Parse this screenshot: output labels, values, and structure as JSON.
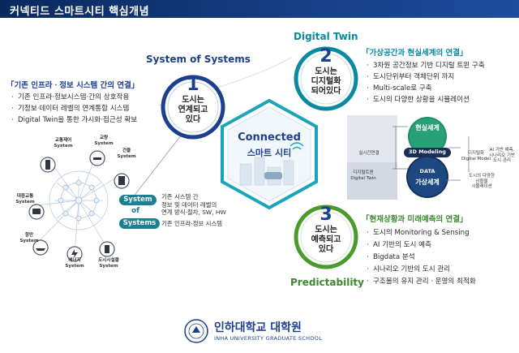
{
  "header": {
    "title": "커넥티드 스마트시티 핵심개념"
  },
  "section1": {
    "title": "System of Systems",
    "number": "1",
    "circle_lines": [
      "도시는",
      "연계되고",
      "있다"
    ],
    "subtitle": "「기존 인프라ㆍ정보 시스템 간의 연결」",
    "bullets": [
      "기존 인프라·정보시스템·간의 상호작용",
      "기정보·데이터 레벨의 연계통합 시스템",
      "Digital Twin을 통한 가시화·접근성 확보"
    ],
    "nodes": [
      {
        "label": "교통제어\nSystem",
        "icon": "traffic-light-icon"
      },
      {
        "label": "교량\nSystem",
        "icon": "bridge-icon"
      },
      {
        "label": "건물\nSystem",
        "icon": "building-icon"
      },
      {
        "label": "대중교통\nSystem",
        "icon": "bus-icon"
      },
      {
        "label": "항만\nSystem",
        "icon": "ship-icon"
      },
      {
        "label": "에너지\nSystem",
        "icon": "energy-icon"
      },
      {
        "label": "도시시설물\nSystem",
        "icon": "facility-icon"
      }
    ],
    "legend": {
      "system": "System",
      "of": "of",
      "systems": "Systems",
      "system_desc": [
        "기존 시스템 간",
        "정보 및 데이터 레벨의",
        "연계 방식·절차, SW, HW"
      ],
      "systems_desc": "기존 인프라·정보 시스템"
    }
  },
  "center": {
    "title": "Connected",
    "subtitle": "스마트 시티"
  },
  "section2": {
    "title": "Digital Twin",
    "number": "2",
    "circle_lines": [
      "도시는",
      "디지털화",
      "되어있다"
    ],
    "subtitle": "「가상공간과 현실세계의 연결」",
    "bullets": [
      "3차원 공간정보 기반 디지털 트윈 구축",
      "도시단위부터 객체단위 까지",
      "Multi-scale로 구축",
      "도시의 다양한 상황을 시뮬레이션"
    ],
    "diagram": {
      "real": "현실세계",
      "modeling": "3D Modeling",
      "data": "DATA",
      "virtual": "가상세계",
      "realtime": "실시간연결",
      "twin": "디지털트윈\nDigital Twin",
      "model": "디지털화\nDigital Model",
      "ai": "AI 기반 예측,\n시나리오 기반\n도시 관리",
      "sim": "도시의 다양한\n상황을\n시뮬레이션"
    }
  },
  "section3": {
    "title": "Predictability",
    "number": "3",
    "circle_lines": [
      "도시는",
      "예측되고",
      "있다"
    ],
    "subtitle": "「현재상황과 미래예측의 연결」",
    "bullets": [
      "도시의 Monitoring & Sensing",
      "AI 기반의 도시 예측",
      "Bigdata 분석",
      "시나리오 기반의 도시 관리",
      "구조물의 유지 관리ㆍ운영의 최적화"
    ]
  },
  "footer": {
    "name": "인하대학교 대학원",
    "english": "INHA UNIVERSITY GRADUATE SCHOOL"
  },
  "colors": {
    "navy": "#1c3f8e",
    "teal": "#0a8aa0",
    "green": "#3a8a2c",
    "pill": "#1d7f92"
  }
}
